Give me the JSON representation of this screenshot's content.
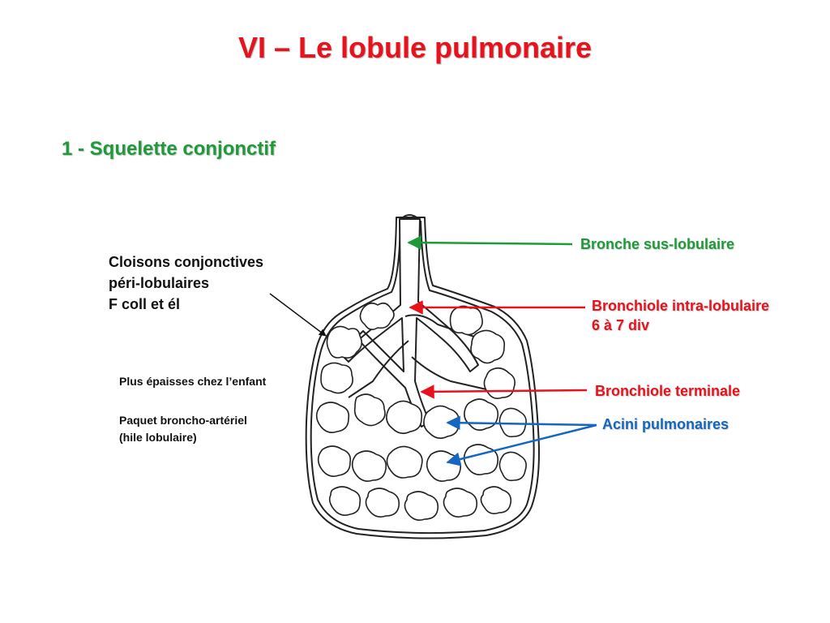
{
  "slide": {
    "title": "VI – Le lobule pulmonaire",
    "subtitle": "1 - Squelette conjonctif"
  },
  "left": {
    "line1": "Cloisons conjonctives",
    "line2": "péri-lobulaires",
    "line3": "F coll et él",
    "note1": "Plus épaisses chez l’enfant",
    "note2a": "Paquet broncho-artériel",
    "note2b": "(hile lobulaire)"
  },
  "labels": {
    "bronche": "Bronche sus-lobulaire",
    "bronchiole_intra_1": "Bronchiole intra-lobulaire",
    "bronchiole_intra_2": "6 à 7 div",
    "bronchiole_terminale": "Bronchiole terminale",
    "acini": "Acini pulmonaires"
  },
  "colors": {
    "title": "#e8121c",
    "subtitle": "#1f9a3a",
    "green_label": "#1f9a3a",
    "red_label": "#e8121c",
    "blue_label": "#1466c0",
    "black_arrow": "#111111"
  }
}
